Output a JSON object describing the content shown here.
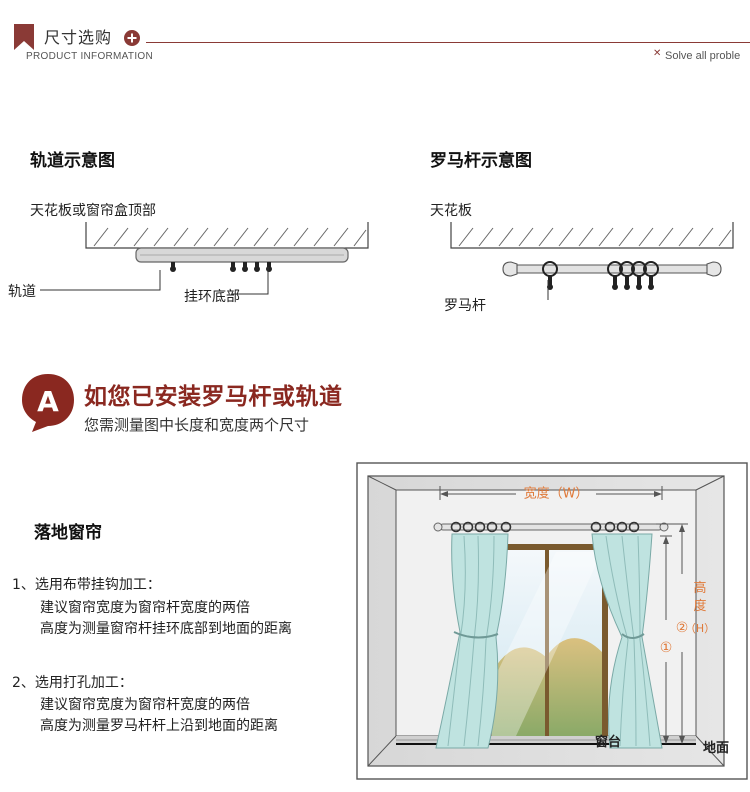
{
  "header": {
    "title": "尺寸选购",
    "subtitle": "PRODUCT INFORMATION",
    "right_text": "Solve all proble"
  },
  "track_diagram": {
    "title": "轨道示意图",
    "ceiling_label": "天花板或窗帘盒顶部",
    "track_label": "轨道",
    "hook_bottom_label": "挂环底部"
  },
  "rod_diagram": {
    "title": "罗马杆示意图",
    "ceiling_label": "天花板",
    "rod_label": "罗马杆"
  },
  "section_a": {
    "badge": "A",
    "title": "如您已安装罗马杆或轨道",
    "subtitle": "您需测量图中长度和宽度两个尺寸"
  },
  "floor_curtain": {
    "title": "落地窗帘",
    "steps": [
      {
        "heading": "1、选用布带挂钩加工：",
        "line1": "建议窗帘宽度为窗帘杆宽度的两倍",
        "line2": "高度为测量窗帘杆挂环底部到地面的距离"
      },
      {
        "heading": "2、选用打孔加工：",
        "line1": "建议窗帘宽度为窗帘杆宽度的两倍",
        "line2": "高度为测量罗马杆杆上沿到地面的距离"
      }
    ]
  },
  "window_illustration": {
    "width_label": "宽度（W）",
    "height_label_1": "高",
    "height_label_2": "度",
    "height_label_3": "（H）",
    "marker_1": "①",
    "marker_2": "②",
    "sill_label": "窗台",
    "floor_label": "地面"
  },
  "colors": {
    "accent": "#8a3a36",
    "measure_orange": "#e07a3a",
    "curtain": "#bfe3e0"
  }
}
